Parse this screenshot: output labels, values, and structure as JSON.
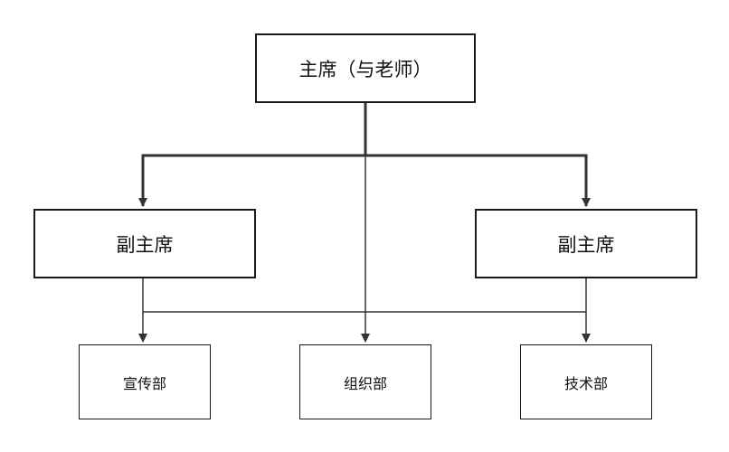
{
  "diagram": {
    "type": "org-chart",
    "nodes": {
      "chairman": {
        "label": "主席（与老师）"
      },
      "vice_left": {
        "label": "副主席"
      },
      "vice_right": {
        "label": "副主席"
      },
      "dept_publicity": {
        "label": "宣传部"
      },
      "dept_organization": {
        "label": "组织部"
      },
      "dept_technology": {
        "label": "技术部"
      }
    },
    "edges": [
      {
        "from": "chairman",
        "to": "vice_left"
      },
      {
        "from": "chairman",
        "to": "vice_right"
      },
      {
        "from": "chairman",
        "to": "dept_organization"
      },
      {
        "from": "vice_left",
        "to": "dept_publicity"
      },
      {
        "from": "vice_left",
        "to": "dept_organization"
      },
      {
        "from": "vice_left",
        "to": "dept_technology"
      },
      {
        "from": "vice_right",
        "to": "dept_publicity"
      },
      {
        "from": "vice_right",
        "to": "dept_organization"
      },
      {
        "from": "vice_right",
        "to": "dept_technology"
      }
    ],
    "colors": {
      "stroke": "#333333",
      "box_border": "#1a1a1a",
      "text": "#111111",
      "background": "#ffffff"
    }
  }
}
